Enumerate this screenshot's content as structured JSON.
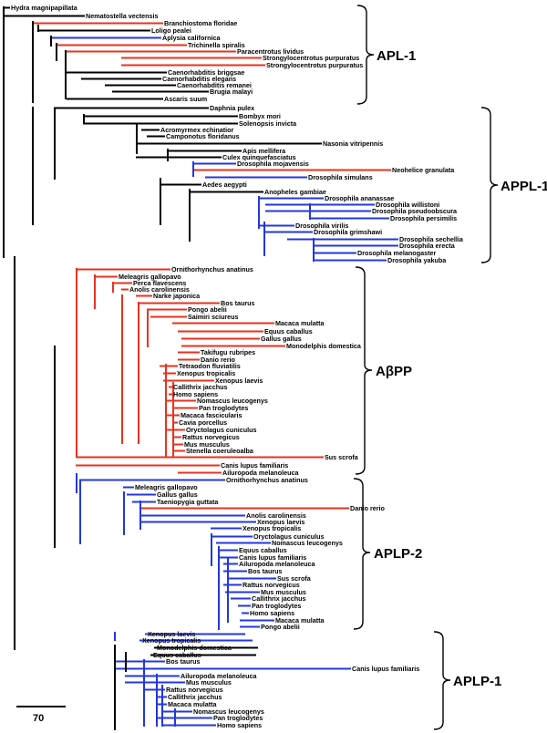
{
  "colors": {
    "black": "#000000",
    "red": "#e8321e",
    "blue": "#2337e0"
  },
  "scale_bar": {
    "label": "70"
  },
  "clades": [
    {
      "label": "APL-1"
    },
    {
      "label": "APPL-1"
    },
    {
      "label": "AβPP"
    },
    {
      "label": "APLP-2"
    },
    {
      "label": "APLP-1"
    }
  ],
  "tips": [
    {
      "label": "Hydra magnipapillata",
      "color": "black"
    },
    {
      "label": "Nematostella vectensis",
      "color": "black"
    },
    {
      "label": "Branchiostoma floridae",
      "color": "red"
    },
    {
      "label": "Loligo pealei",
      "color": "black"
    },
    {
      "label": "Aplysia californica",
      "color": "blue"
    },
    {
      "label": "Trichinella spiralis",
      "color": "red"
    },
    {
      "label": "Paracentrotus lividus",
      "color": "red"
    },
    {
      "label": "Strongylocentrotus purpuratus",
      "color": "red"
    },
    {
      "label": "Strongylocentrotus purpuratus",
      "color": "red"
    },
    {
      "label": "Caenorhabditis briggsae",
      "color": "black"
    },
    {
      "label": "Caenorhabditis elegans",
      "color": "black"
    },
    {
      "label": "Caenorhabditis remanei",
      "color": "black"
    },
    {
      "label": "Brugia malayi",
      "color": "black"
    },
    {
      "label": "Ascaris suum",
      "color": "black"
    },
    {
      "label": "Daphnia pulex",
      "color": "black"
    },
    {
      "label": "Bombyx mori",
      "color": "black"
    },
    {
      "label": "Solenopsis invicta",
      "color": "black"
    },
    {
      "label": "Acromyrmex echinatior",
      "color": "black"
    },
    {
      "label": "Camponotus floridanus",
      "color": "black"
    },
    {
      "label": "Nasonia vitripennis",
      "color": "black"
    },
    {
      "label": "Apis mellifera",
      "color": "black"
    },
    {
      "label": "Culex quinquefasciatus",
      "color": "black"
    },
    {
      "label": "Drosophila mojavensis",
      "color": "blue"
    },
    {
      "label": "Neohelice granulata",
      "color": "red"
    },
    {
      "label": "Drosophila simulans",
      "color": "blue"
    },
    {
      "label": "Aedes aegypti",
      "color": "black"
    },
    {
      "label": "Anopheles gambiae",
      "color": "black"
    },
    {
      "label": "Drosophila ananassae",
      "color": "blue"
    },
    {
      "label": "Drosophila willistoni",
      "color": "blue"
    },
    {
      "label": "Drosophila pseudoobscura",
      "color": "blue"
    },
    {
      "label": "Drosophila persimilis",
      "color": "blue"
    },
    {
      "label": "Drosophila virilis",
      "color": "blue"
    },
    {
      "label": "Drosophila grimshawi",
      "color": "blue"
    },
    {
      "label": "Drosophila sechellia",
      "color": "blue"
    },
    {
      "label": "Drosophila erecta",
      "color": "blue"
    },
    {
      "label": "Drosophila melanogaster",
      "color": "blue"
    },
    {
      "label": "Drosophila yakuba",
      "color": "blue"
    },
    {
      "label": "Ornithorhynchus anatinus",
      "color": "red"
    },
    {
      "label": "Meleagris gallopavo",
      "color": "red"
    },
    {
      "label": "Perca flavescens",
      "color": "red"
    },
    {
      "label": "Anolis carolinensis",
      "color": "red"
    },
    {
      "label": "Narke japonica",
      "color": "red"
    },
    {
      "label": "Bos taurus",
      "color": "red"
    },
    {
      "label": "Pongo abelii",
      "color": "red"
    },
    {
      "label": "Saimiri sciureus",
      "color": "red"
    },
    {
      "label": "Macaca mulatta",
      "color": "red"
    },
    {
      "label": "Equus caballus",
      "color": "red"
    },
    {
      "label": "Gallus gallus",
      "color": "red"
    },
    {
      "label": "Monodelphis domestica",
      "color": "red"
    },
    {
      "label": "Takifugu rubripes",
      "color": "red"
    },
    {
      "label": "Danio rerio",
      "color": "red"
    },
    {
      "label": "Tetraodon fluviatilis",
      "color": "red"
    },
    {
      "label": "Xenopus tropicalis",
      "color": "red"
    },
    {
      "label": "Xenopus laevis",
      "color": "red"
    },
    {
      "label": "Callithrix jacchus",
      "color": "red"
    },
    {
      "label": "Homo sapiens",
      "color": "red"
    },
    {
      "label": "Nomascus leucogenys",
      "color": "red"
    },
    {
      "label": "Pan troglodytes",
      "color": "red"
    },
    {
      "label": "Macaca fascicularis",
      "color": "red"
    },
    {
      "label": "Cavia porcellus",
      "color": "red"
    },
    {
      "label": "Oryctolagus cuniculus",
      "color": "red"
    },
    {
      "label": "Rattus norvegicus",
      "color": "red"
    },
    {
      "label": "Mus musculus",
      "color": "red"
    },
    {
      "label": "Stenella coeruleoalba",
      "color": "red"
    },
    {
      "label": "Sus scrofa",
      "color": "red"
    },
    {
      "label": "Canis lupus familiaris",
      "color": "red"
    },
    {
      "label": "Ailuropoda melanoleuca",
      "color": "red"
    },
    {
      "label": "Ornithorhynchus anatinus",
      "color": "blue"
    },
    {
      "label": "Meleagris gallopavo",
      "color": "blue"
    },
    {
      "label": "Gallus gallus",
      "color": "blue"
    },
    {
      "label": "Taeniopygia guttata",
      "color": "blue"
    },
    {
      "label": "Danio rerio",
      "color": "red"
    },
    {
      "label": "Anolis carolinensis",
      "color": "blue"
    },
    {
      "label": "Xenopus laevis",
      "color": "blue"
    },
    {
      "label": "Xenopus tropicalis",
      "color": "blue"
    },
    {
      "label": "Oryctolagus cuniculus",
      "color": "blue"
    },
    {
      "label": "Nomascus leucogenys",
      "color": "blue"
    },
    {
      "label": "Equus caballus",
      "color": "blue"
    },
    {
      "label": "Canis lupus familiaris",
      "color": "blue"
    },
    {
      "label": "Ailuropoda melanoleuca",
      "color": "blue"
    },
    {
      "label": "Bos taurus",
      "color": "blue"
    },
    {
      "label": "Sus scrofa",
      "color": "blue"
    },
    {
      "label": "Rattus norvegicus",
      "color": "blue"
    },
    {
      "label": "Mus musculus",
      "color": "blue"
    },
    {
      "label": "Callithrix jacchus",
      "color": "blue"
    },
    {
      "label": "Pan troglodytes",
      "color": "blue"
    },
    {
      "label": "Homo sapiens",
      "color": "blue"
    },
    {
      "label": "Macaca mulatta",
      "color": "blue"
    },
    {
      "label": "Pongo abelii",
      "color": "blue"
    },
    {
      "label": "Xenopus laevis",
      "color": "blue"
    },
    {
      "label": "Xenopus tropicalis",
      "color": "blue"
    },
    {
      "label": "Monodelphis domestica",
      "color": "black"
    },
    {
      "label": "Equus caballus",
      "color": "black"
    },
    {
      "label": "Bos taurus",
      "color": "blue"
    },
    {
      "label": "Canis lupus familiaris",
      "color": "blue"
    },
    {
      "label": "Ailuropoda melanoleuca",
      "color": "blue"
    },
    {
      "label": "Mus musculus",
      "color": "blue"
    },
    {
      "label": "Rattus norvegicus",
      "color": "blue"
    },
    {
      "label": "Callithrix jacchus",
      "color": "blue"
    },
    {
      "label": "Macaca mulatta",
      "color": "blue"
    },
    {
      "label": "Nomascus leucogenys",
      "color": "blue"
    },
    {
      "label": "Pan troglodytes",
      "color": "blue"
    },
    {
      "label": "Homo sapiens",
      "color": "blue"
    }
  ]
}
